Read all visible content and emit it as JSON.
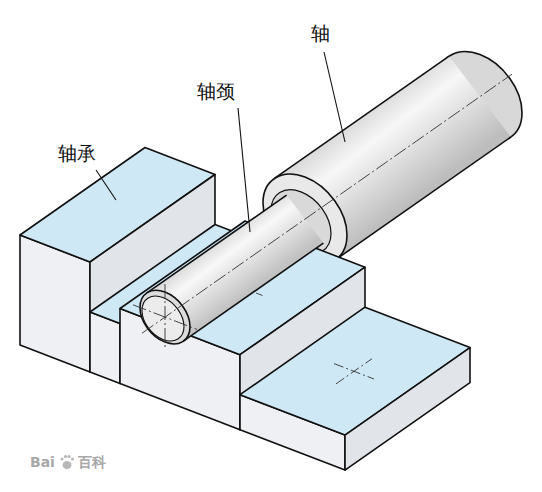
{
  "diagram": {
    "labels": [
      "轴",
      "轴颈",
      "轴承",
      "Bai",
      "百科"
    ]
  }
}
